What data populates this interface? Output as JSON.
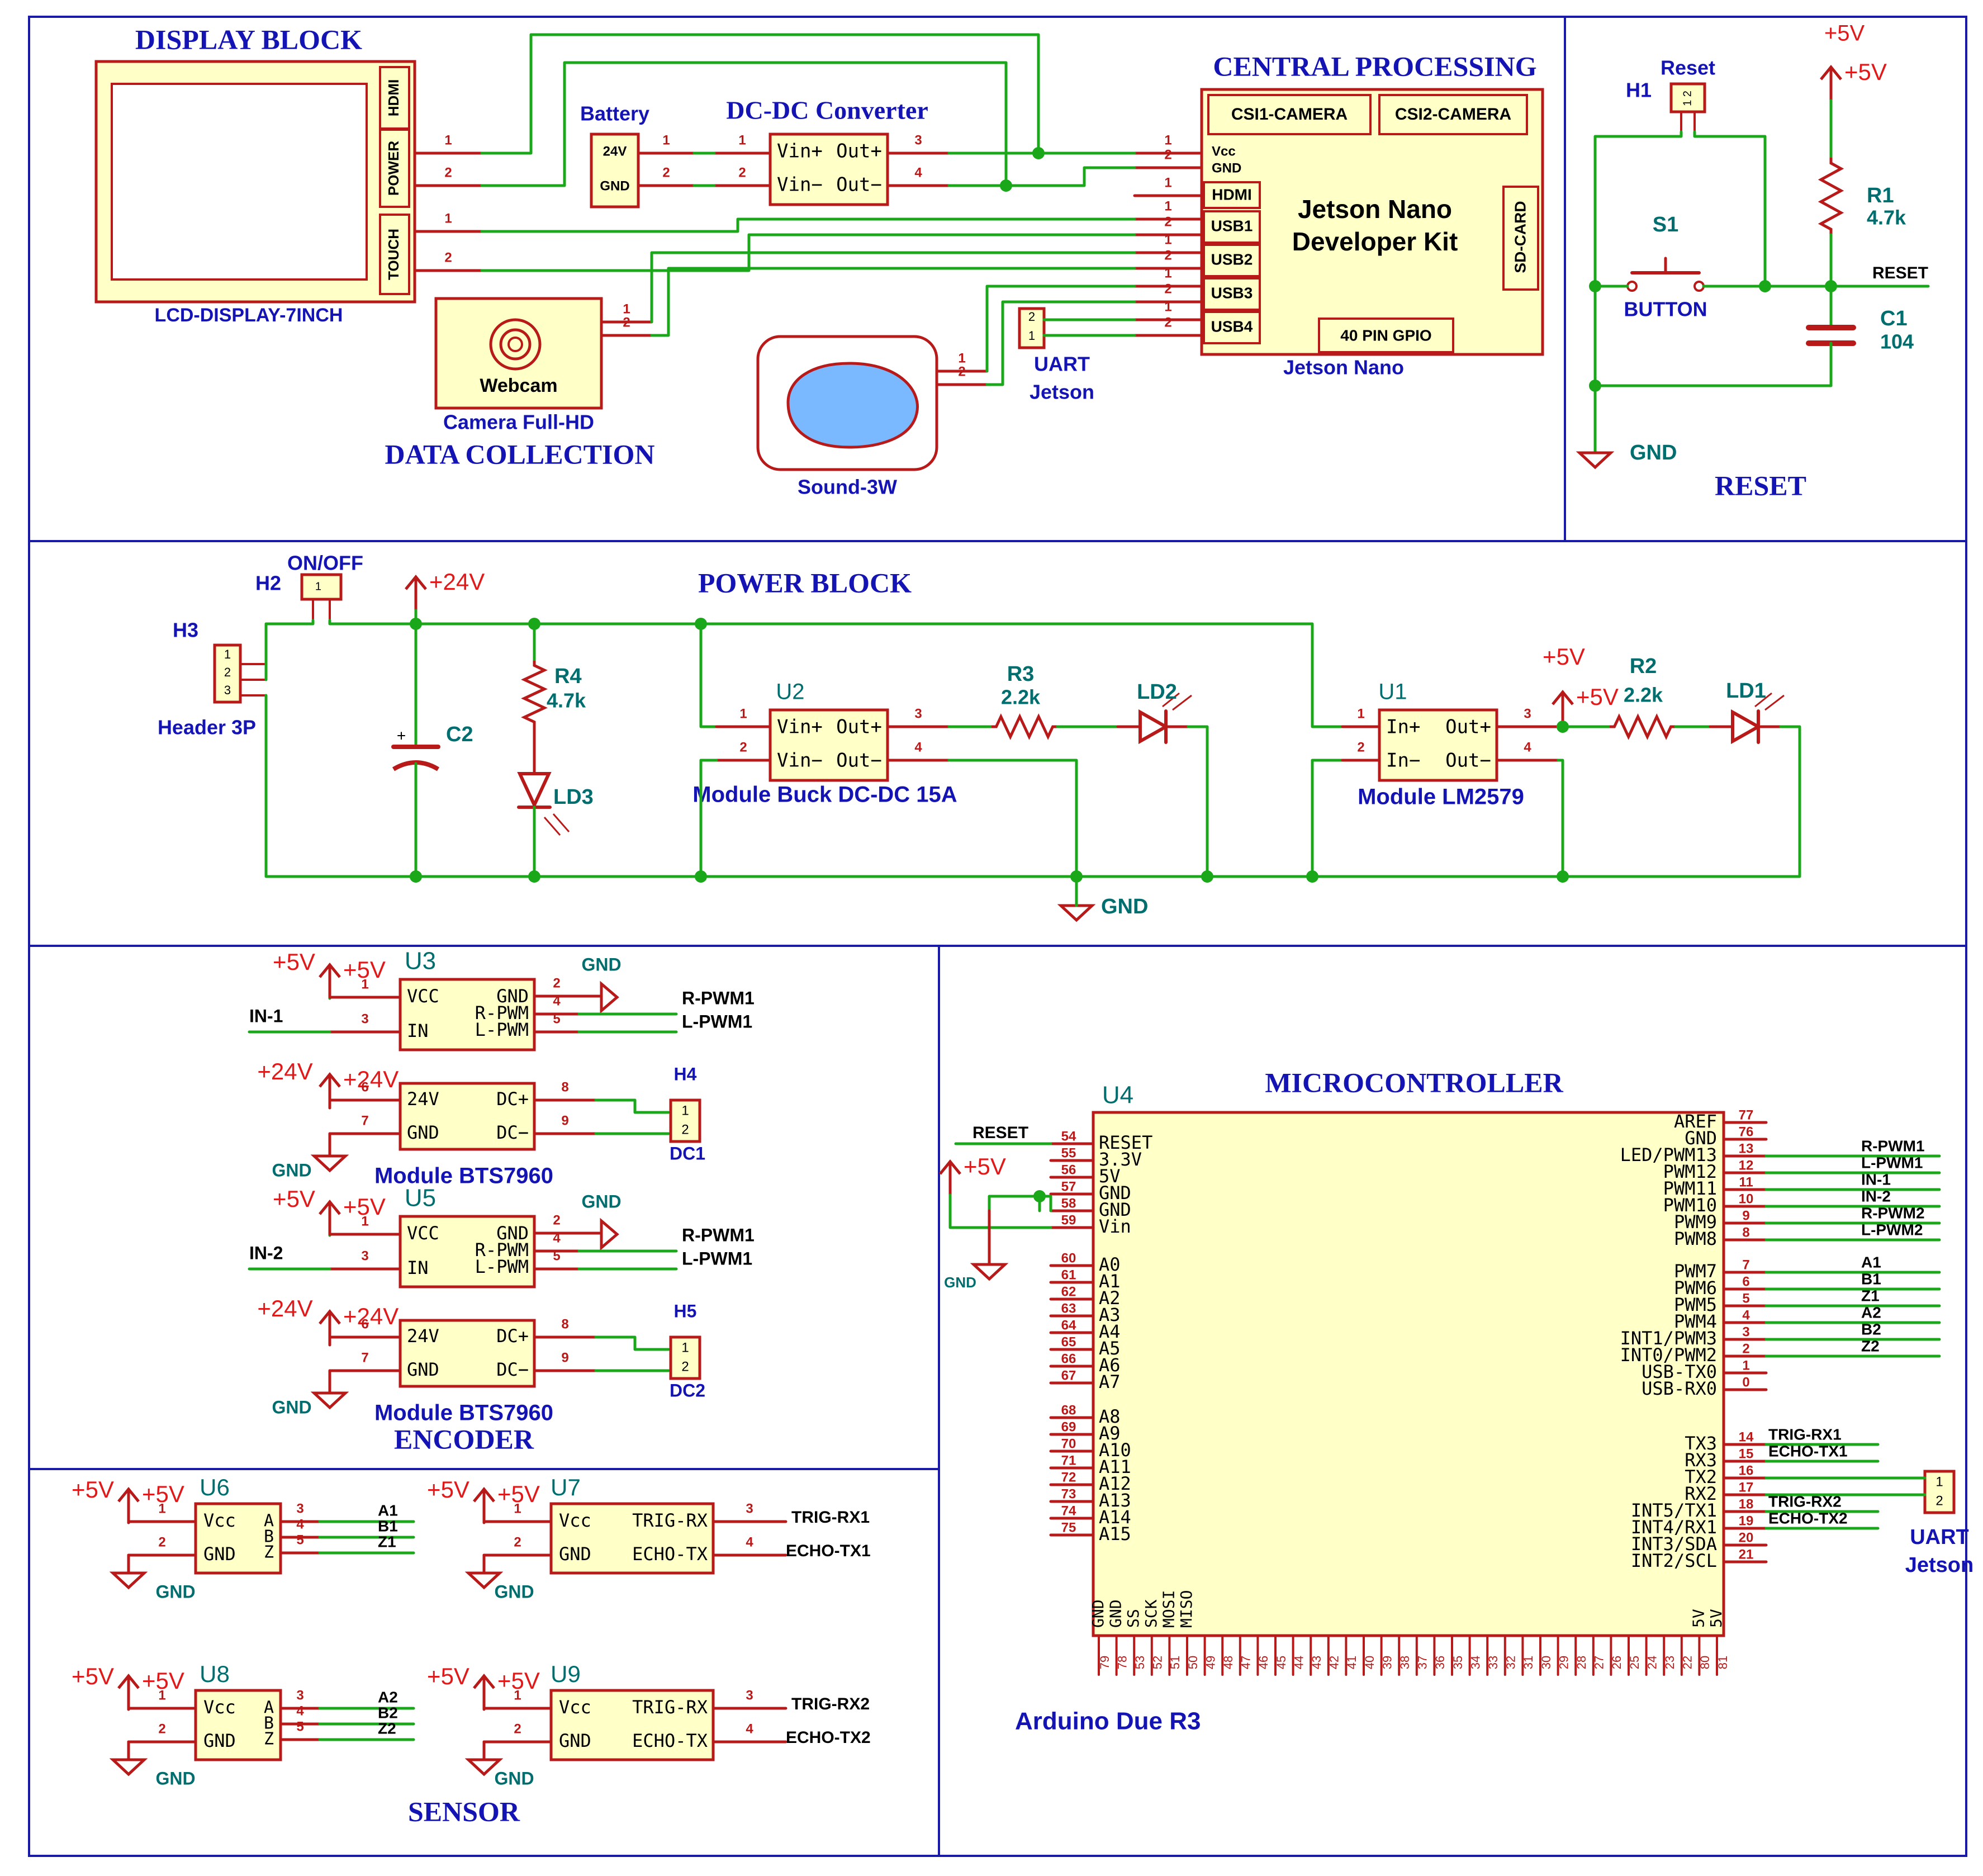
{
  "colors": {
    "frame": "#1a1aa8",
    "wire": "#1aa81a",
    "pin": "#b81a1a",
    "body_fill": "#ffffc8",
    "heading": "#1414b4",
    "power_label": "#e01a1a",
    "part_label": "#006e6e",
    "sound_fill": "#7ab8ff"
  },
  "sections": {
    "display_block": "DISPLAY BLOCK",
    "central_processing": "CENTRAL PROCESSING",
    "data_collection": "DATA COLLECTION",
    "reset": "RESET",
    "power_block": "POWER BLOCK",
    "microcontroller": "MICROCONTROLLER",
    "encoder": "ENCODER",
    "sensor": "SENSOR"
  },
  "display": {
    "name": "LCD-DISPLAY-7INCH",
    "ports": [
      "HDMI",
      "POWER",
      "TOUCH"
    ],
    "power_pins": [
      "1",
      "2"
    ],
    "touch_pins": [
      "1",
      "2"
    ]
  },
  "battery": {
    "title": "Battery",
    "pins": [
      "24V",
      "GND"
    ],
    "pin_nums": [
      "1",
      "2"
    ]
  },
  "dcdc": {
    "title": "DC-DC Converter",
    "left": [
      "Vin+",
      "Vin−"
    ],
    "right": [
      "Out+",
      "Out−"
    ],
    "pins": [
      "1",
      "2",
      "3",
      "4"
    ]
  },
  "jetson": {
    "line1": "Jetson Nano",
    "line2": "Developer Kit",
    "caption": "Jetson Nano",
    "csi1": "CSI1-CAMERA",
    "csi2": "CSI2-CAMERA",
    "sdcard": "SD-CARD",
    "gpio": "40 PIN GPIO",
    "vcc": "Vcc",
    "gnd": "GND",
    "hdmi": "HDMI",
    "usb": [
      "USB1",
      "USB2",
      "USB3",
      "USB4"
    ],
    "pin1": "1",
    "pin2": "2"
  },
  "webcam": {
    "label": "Webcam",
    "caption": "Camera Full-HD"
  },
  "sound": {
    "caption": "Sound-3W"
  },
  "uart_jetson": {
    "line1": "UART",
    "line2": "Jetson",
    "pins": [
      "2",
      "1"
    ]
  },
  "reset_block": {
    "vcc": "+5V",
    "h1": "H1",
    "h1_label": "Reset",
    "h1_pins": "1 2",
    "s1": "S1",
    "button": "BUTTON",
    "r1": "R1",
    "r1_value": "4.7k",
    "c1": "C1",
    "c1_value": "104",
    "net": "RESET",
    "gnd": "GND"
  },
  "power": {
    "h2": "H2",
    "onoff": "ON/OFF",
    "h3": "H3",
    "h3_label": "Header 3P",
    "h3_pins": [
      "1",
      "2",
      "3"
    ],
    "v24": "+24V",
    "c2": "C2",
    "c2_polarity": "+",
    "r4": "R4",
    "r4_value": "4.7k",
    "ld3": "LD3",
    "u2": "U2",
    "u2_left": [
      "Vin+",
      "Vin−"
    ],
    "u2_right": [
      "Out+",
      "Out−"
    ],
    "u2_name": "Module Buck DC-DC 15A",
    "r3": "R3",
    "r3_value": "2.2k",
    "ld2": "LD2",
    "u1": "U1",
    "u1_left": [
      "In+",
      "In−"
    ],
    "u1_right": [
      "Out+",
      "Out−"
    ],
    "u1_name": "Module LM2579",
    "v5": "+5V",
    "r2": "R2",
    "r2_value": "2.2k",
    "ld1": "LD1",
    "gnd": "GND",
    "pins": [
      "1",
      "2",
      "3",
      "4"
    ]
  },
  "drivers": [
    {
      "ref": "U3",
      "name": "Module BTS7960",
      "in_net": "IN-1",
      "vcc": "+5V",
      "v24": "+24V",
      "gnd": "GND",
      "ctrl_left": [
        "VCC",
        "IN"
      ],
      "ctrl_right": [
        "GND",
        "R-PWM",
        "L-PWM"
      ],
      "ctrl_pins": [
        "1",
        "3",
        "2",
        "4",
        "5"
      ],
      "pwr_left": [
        "24V",
        "GND"
      ],
      "pwr_right": [
        "DC+",
        "DC−"
      ],
      "pwr_pins": [
        "6",
        "7",
        "8",
        "9"
      ],
      "out_nets": [
        "R-PWM1",
        "L-PWM1"
      ],
      "header": "H4",
      "header_pins": [
        "1",
        "2"
      ],
      "motor": "DC1"
    },
    {
      "ref": "U5",
      "name": "Module BTS7960",
      "in_net": "IN-2",
      "vcc": "+5V",
      "v24": "+24V",
      "gnd": "GND",
      "ctrl_left": [
        "VCC",
        "IN"
      ],
      "ctrl_right": [
        "GND",
        "R-PWM",
        "L-PWM"
      ],
      "ctrl_pins": [
        "1",
        "3",
        "2",
        "4",
        "5"
      ],
      "pwr_left": [
        "24V",
        "GND"
      ],
      "pwr_right": [
        "DC+",
        "DC−"
      ],
      "pwr_pins": [
        "6",
        "7",
        "8",
        "9"
      ],
      "out_nets": [
        "R-PWM1",
        "L-PWM1"
      ],
      "header": "H5",
      "header_pins": [
        "1",
        "2"
      ],
      "motor": "DC2"
    }
  ],
  "mcu": {
    "ref": "U4",
    "name": "Arduino Due R3",
    "left_pins": [
      {
        "num": "54",
        "name": "RESET",
        "net": "RESET"
      },
      {
        "num": "55",
        "name": "3.3V",
        "net": ""
      },
      {
        "num": "56",
        "name": "5V",
        "net": ""
      },
      {
        "num": "57",
        "name": "GND",
        "net": ""
      },
      {
        "num": "58",
        "name": "GND",
        "net": ""
      },
      {
        "num": "59",
        "name": "Vin",
        "net": ""
      },
      {
        "num": "60",
        "name": "A0",
        "net": ""
      },
      {
        "num": "61",
        "name": "A1",
        "net": ""
      },
      {
        "num": "62",
        "name": "A2",
        "net": ""
      },
      {
        "num": "63",
        "name": "A3",
        "net": ""
      },
      {
        "num": "64",
        "name": "A4",
        "net": ""
      },
      {
        "num": "65",
        "name": "A5",
        "net": ""
      },
      {
        "num": "66",
        "name": "A6",
        "net": ""
      },
      {
        "num": "67",
        "name": "A7",
        "net": ""
      },
      {
        "num": "68",
        "name": "A8",
        "net": ""
      },
      {
        "num": "69",
        "name": "A9",
        "net": ""
      },
      {
        "num": "70",
        "name": "A10",
        "net": ""
      },
      {
        "num": "71",
        "name": "A11",
        "net": ""
      },
      {
        "num": "72",
        "name": "A12",
        "net": ""
      },
      {
        "num": "73",
        "name": "A13",
        "net": ""
      },
      {
        "num": "74",
        "name": "A14",
        "net": ""
      },
      {
        "num": "75",
        "name": "A15",
        "net": ""
      }
    ],
    "right_pins": [
      {
        "num": "77",
        "name": "AREF",
        "net": ""
      },
      {
        "num": "76",
        "name": "GND",
        "net": ""
      },
      {
        "num": "13",
        "name": "LED/PWM13",
        "net": "R-PWM1"
      },
      {
        "num": "12",
        "name": "PWM12",
        "net": "L-PWM1"
      },
      {
        "num": "11",
        "name": "PWM11",
        "net": "IN-1"
      },
      {
        "num": "10",
        "name": "PWM10",
        "net": "IN-2"
      },
      {
        "num": "9",
        "name": "PWM9",
        "net": "R-PWM2"
      },
      {
        "num": "8",
        "name": "PWM8",
        "net": "L-PWM2"
      },
      {
        "num": "7",
        "name": "PWM7",
        "net": "A1"
      },
      {
        "num": "6",
        "name": "PWM6",
        "net": "B1"
      },
      {
        "num": "5",
        "name": "PWM5",
        "net": "Z1"
      },
      {
        "num": "4",
        "name": "PWM4",
        "net": "A2"
      },
      {
        "num": "3",
        "name": "INT1/PWM3",
        "net": "B2"
      },
      {
        "num": "2",
        "name": "INT0/PWM2",
        "net": "Z2"
      },
      {
        "num": "1",
        "name": "USB-TX0",
        "net": ""
      },
      {
        "num": "0",
        "name": "USB-RX0",
        "net": ""
      },
      {
        "num": "14",
        "name": "TX3",
        "net": "TRIG-RX1"
      },
      {
        "num": "15",
        "name": "RX3",
        "net": "ECHO-TX1"
      },
      {
        "num": "16",
        "name": "TX2",
        "net": ""
      },
      {
        "num": "17",
        "name": "RX2",
        "net": ""
      },
      {
        "num": "18",
        "name": "INT5/TX1",
        "net": "TRIG-RX2"
      },
      {
        "num": "19",
        "name": "INT4/RX1",
        "net": "ECHO-TX2"
      },
      {
        "num": "20",
        "name": "INT3/SDA",
        "net": ""
      },
      {
        "num": "21",
        "name": "INT2/SCL",
        "net": ""
      }
    ],
    "bottom_names": [
      "GND",
      "GND",
      "SS",
      "SCK",
      "MOSI",
      "MISO"
    ],
    "bottom_right_names": [
      "5V",
      "5V"
    ],
    "bottom_pins": [
      "79",
      "78",
      "53",
      "52",
      "51",
      "50",
      "49",
      "48",
      "47",
      "46",
      "45",
      "44",
      "43",
      "42",
      "41",
      "40",
      "39",
      "38",
      "37",
      "36",
      "35",
      "34",
      "33",
      "32",
      "31",
      "30",
      "29",
      "28",
      "27",
      "26",
      "25",
      "24",
      "23",
      "22",
      "80",
      "81"
    ],
    "vcc": "+5V",
    "gnd": "GND",
    "uart_line1": "UART",
    "uart_line2": "Jetson",
    "uart_pins": [
      "1",
      "2"
    ]
  },
  "encoders": [
    {
      "ref": "U6",
      "vcc": "+5V",
      "gnd": "GND",
      "left": [
        "Vcc",
        "GND"
      ],
      "right": [
        "A",
        "B",
        "Z"
      ],
      "pins": [
        "1",
        "2",
        "3",
        "4",
        "5"
      ],
      "nets": [
        "A1",
        "B1",
        "Z1"
      ]
    },
    {
      "ref": "U8",
      "vcc": "+5V",
      "gnd": "GND",
      "left": [
        "Vcc",
        "GND"
      ],
      "right": [
        "A",
        "B",
        "Z"
      ],
      "pins": [
        "1",
        "2",
        "3",
        "4",
        "5"
      ],
      "nets": [
        "A2",
        "B2",
        "Z2"
      ]
    }
  ],
  "sensors": [
    {
      "ref": "U7",
      "vcc": "+5V",
      "gnd": "GND",
      "left": [
        "Vcc",
        "GND"
      ],
      "right": [
        "TRIG-RX",
        "ECHO-TX"
      ],
      "pins": [
        "1",
        "2",
        "3",
        "4"
      ],
      "nets": [
        "TRIG-RX1",
        "ECHO-TX1"
      ]
    },
    {
      "ref": "U9",
      "vcc": "+5V",
      "gnd": "GND",
      "left": [
        "Vcc",
        "GND"
      ],
      "right": [
        "TRIG-RX",
        "ECHO-TX"
      ],
      "pins": [
        "1",
        "2",
        "3",
        "4"
      ],
      "nets": [
        "TRIG-RX2",
        "ECHO-TX2"
      ]
    }
  ]
}
